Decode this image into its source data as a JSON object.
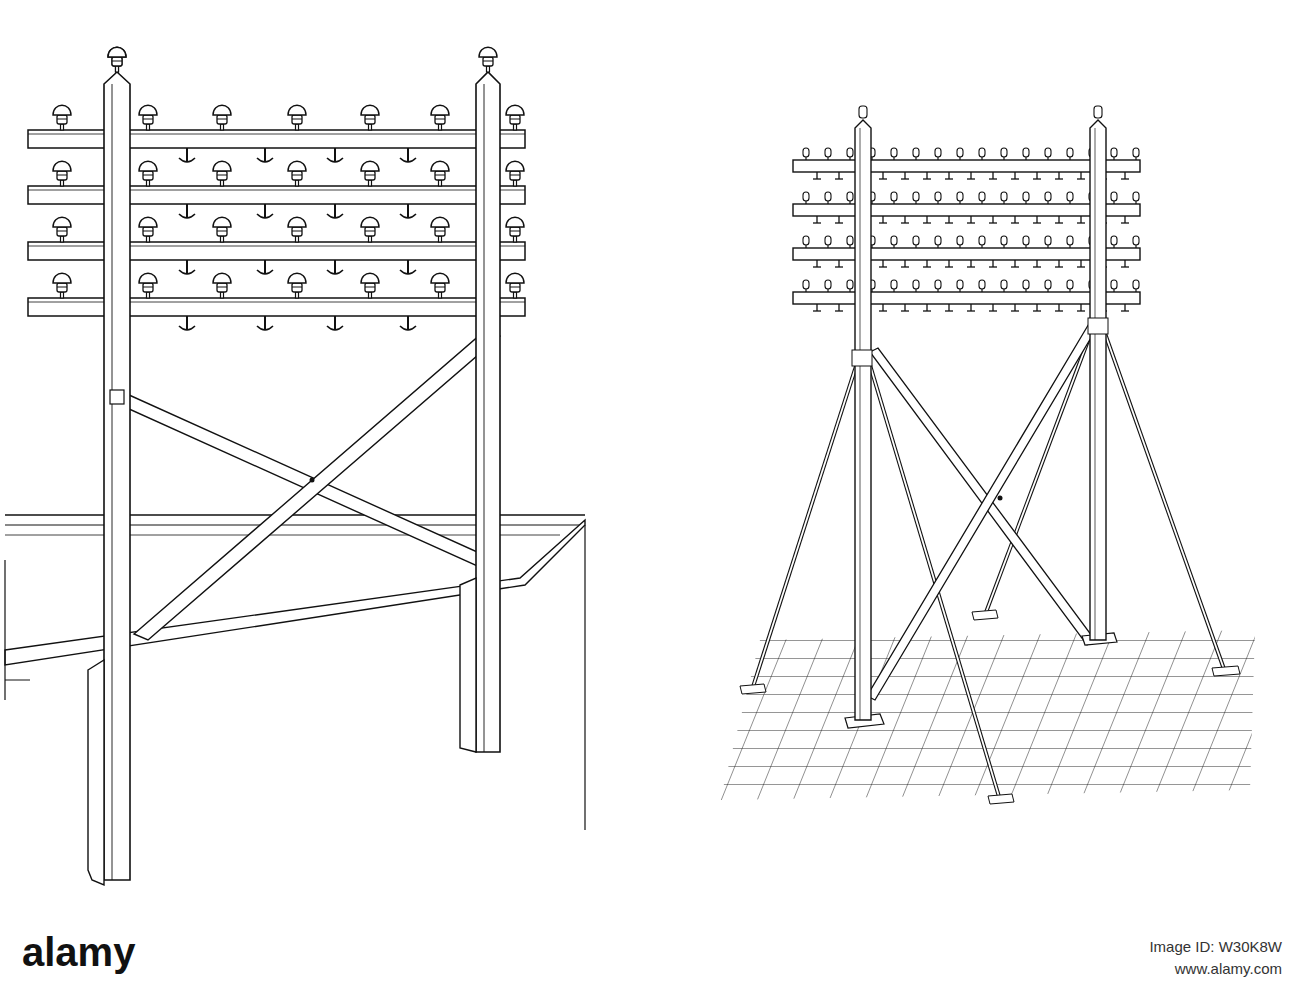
{
  "diagram": {
    "labels": [
      "alamy",
      "Image ID: W30K8W",
      "www.alamy.com"
    ]
  }
}
